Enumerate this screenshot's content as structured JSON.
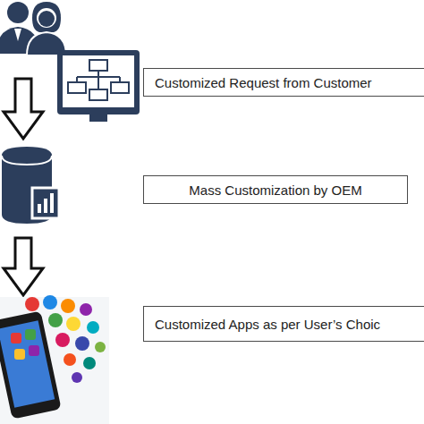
{
  "diagram": {
    "nodes": [
      {
        "text": [
          "Customized Request from Customer"
        ]
      },
      {
        "text": [
          "Mass Customization by OEM"
        ]
      },
      {
        "text": [
          "Customized Apps as per User’s Choic"
        ]
      }
    ]
  }
}
